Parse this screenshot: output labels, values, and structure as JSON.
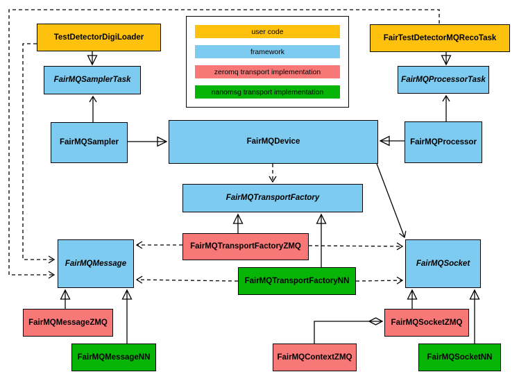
{
  "legend": {
    "items": [
      {
        "id": "user-code",
        "label": "user code",
        "color": "#fec10d"
      },
      {
        "id": "framework",
        "label": "framework",
        "color": "#7dcbf0"
      },
      {
        "id": "zeromq",
        "label": "zeromq transport implementation",
        "color": "#f87878"
      },
      {
        "id": "nanomsg",
        "label": "nanomsg transport implementation",
        "color": "#07b507"
      }
    ]
  },
  "nodes": {
    "testDetectorDigiLoader": {
      "label": "TestDetectorDigiLoader",
      "category": "user-code",
      "abstract": false
    },
    "fairMQSamplerTask": {
      "label": "FairMQSamplerTask",
      "category": "framework",
      "abstract": true
    },
    "fairMQSampler": {
      "label": "FairMQSampler",
      "category": "framework",
      "abstract": false
    },
    "fairMQDevice": {
      "label": "FairMQDevice",
      "category": "framework",
      "abstract": false
    },
    "fairTestDetectorMQRecoTask": {
      "label": "FairTestDetectorMQRecoTask",
      "category": "user-code",
      "abstract": false
    },
    "fairMQProcessorTask": {
      "label": "FairMQProcessorTask",
      "category": "framework",
      "abstract": true
    },
    "fairMQProcessor": {
      "label": "FairMQProcessor",
      "category": "framework",
      "abstract": false
    },
    "fairMQTransportFactory": {
      "label": "FairMQTransportFactory",
      "category": "framework",
      "abstract": true
    },
    "fairMQTransportFactoryZMQ": {
      "label": "FairMQTransportFactoryZMQ",
      "category": "zeromq",
      "abstract": false
    },
    "fairMQTransportFactoryNN": {
      "label": "FairMQTransportFactoryNN",
      "category": "nanomsg",
      "abstract": false
    },
    "fairMQMessage": {
      "label": "FairMQMessage",
      "category": "framework",
      "abstract": true
    },
    "fairMQSocket": {
      "label": "FairMQSocket",
      "category": "framework",
      "abstract": true
    },
    "fairMQMessageZMQ": {
      "label": "FairMQMessageZMQ",
      "category": "zeromq",
      "abstract": false
    },
    "fairMQMessageNN": {
      "label": "FairMQMessageNN",
      "category": "nanomsg",
      "abstract": false
    },
    "fairMQContextZMQ": {
      "label": "FairMQContextZMQ",
      "category": "zeromq",
      "abstract": false
    },
    "fairMQSocketZMQ": {
      "label": "FairMQSocketZMQ",
      "category": "zeromq",
      "abstract": false
    },
    "fairMQSocketNN": {
      "label": "FairMQSocketNN",
      "category": "nanomsg",
      "abstract": false
    }
  },
  "edges": [
    {
      "from": "TestDetectorDigiLoader",
      "to": "FairMQSamplerTask",
      "type": "inheritance-hollow-triangle",
      "line": "solid"
    },
    {
      "from": "FairTestDetectorMQRecoTask",
      "to": "FairMQProcessorTask",
      "type": "inheritance-hollow-triangle",
      "line": "solid"
    },
    {
      "from": "FairMQSampler",
      "to": "FairMQSamplerTask",
      "type": "association-open-arrow",
      "line": "solid"
    },
    {
      "from": "FairMQProcessor",
      "to": "FairMQProcessorTask",
      "type": "association-open-arrow",
      "line": "solid"
    },
    {
      "from": "FairMQSampler",
      "to": "FairMQDevice",
      "type": "inheritance-hollow-triangle",
      "line": "solid"
    },
    {
      "from": "FairMQProcessor",
      "to": "FairMQDevice",
      "type": "inheritance-hollow-triangle",
      "line": "solid"
    },
    {
      "from": "FairMQDevice",
      "to": "FairMQTransportFactory",
      "type": "dependency-open-arrow",
      "line": "dashed"
    },
    {
      "from": "FairMQDevice",
      "to": "FairMQSocket",
      "type": "association-open-arrow",
      "line": "solid"
    },
    {
      "from": "FairMQTransportFactoryZMQ",
      "to": "FairMQTransportFactory",
      "type": "inheritance-hollow-triangle",
      "line": "solid"
    },
    {
      "from": "FairMQTransportFactoryNN",
      "to": "FairMQTransportFactory",
      "type": "inheritance-hollow-triangle",
      "line": "solid"
    },
    {
      "from": "FairMQTransportFactoryZMQ",
      "to": "FairMQMessage",
      "type": "dependency-open-arrow",
      "line": "dashed"
    },
    {
      "from": "FairMQTransportFactoryZMQ",
      "to": "FairMQSocket",
      "type": "dependency-open-arrow",
      "line": "dashed"
    },
    {
      "from": "FairMQTransportFactoryNN",
      "to": "FairMQMessage",
      "type": "dependency-open-arrow",
      "line": "dashed"
    },
    {
      "from": "FairMQTransportFactoryNN",
      "to": "FairMQSocket",
      "type": "dependency-open-arrow",
      "line": "dashed"
    },
    {
      "from": "TestDetectorDigiLoader",
      "to": "FairMQMessage",
      "type": "dependency-open-arrow",
      "line": "dashed"
    },
    {
      "from": "FairTestDetectorMQRecoTask",
      "to": "FairMQMessage",
      "type": "dependency-open-arrow",
      "line": "dashed"
    },
    {
      "from": "FairMQMessageZMQ",
      "to": "FairMQMessage",
      "type": "inheritance-hollow-triangle",
      "line": "solid"
    },
    {
      "from": "FairMQMessageNN",
      "to": "FairMQMessage",
      "type": "inheritance-hollow-triangle",
      "line": "solid"
    },
    {
      "from": "FairMQSocketZMQ",
      "to": "FairMQSocket",
      "type": "inheritance-hollow-triangle",
      "line": "solid"
    },
    {
      "from": "FairMQSocketNN",
      "to": "FairMQSocket",
      "type": "inheritance-hollow-triangle",
      "line": "solid"
    },
    {
      "from": "FairMQContextZMQ",
      "to": "FairMQSocketZMQ",
      "type": "composition-filled-diamond",
      "line": "solid"
    }
  ]
}
